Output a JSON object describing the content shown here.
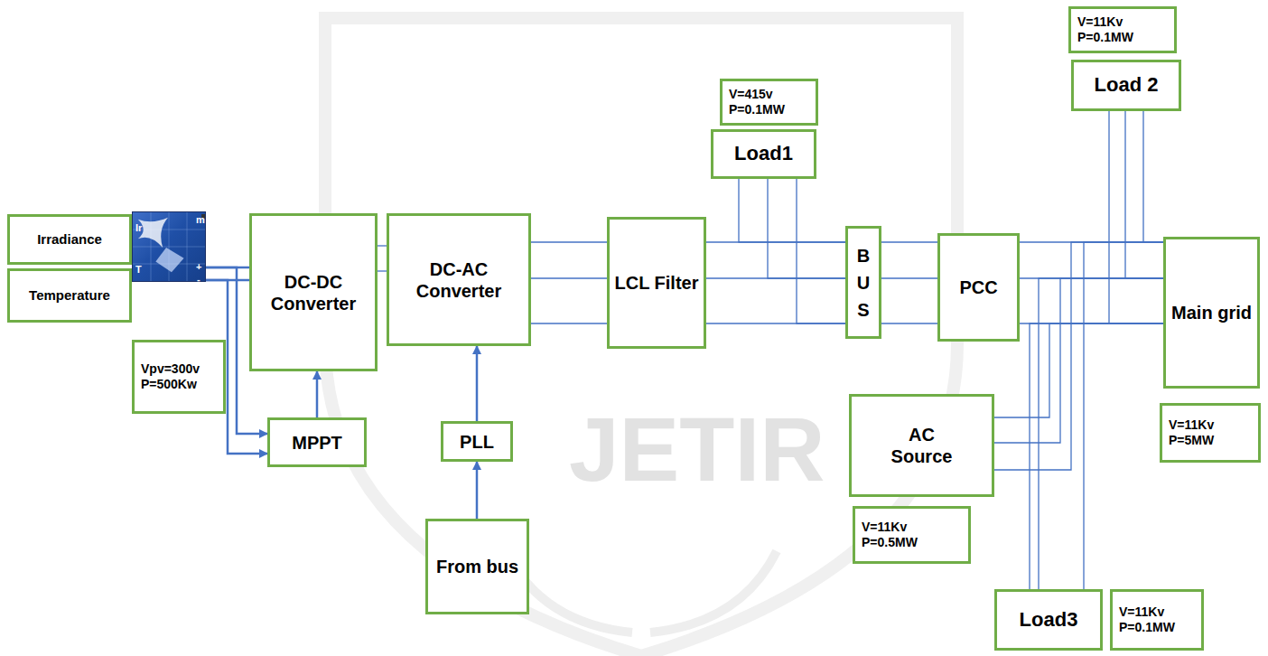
{
  "diagram": {
    "nodes": [
      {
        "text": [
          "Irradiance"
        ]
      },
      {
        "text": [
          "Temperature"
        ]
      },
      {
        "text": [
          "Ir",
          "T",
          "m",
          "+",
          "-"
        ]
      },
      {
        "text": [
          "Vpv=300v P=500Kw"
        ]
      },
      {
        "text": [
          "DC-DC Converter"
        ]
      },
      {
        "text": [
          "MPPT"
        ]
      },
      {
        "text": [
          "DC-AC Converter"
        ]
      },
      {
        "text": [
          "PLL"
        ]
      },
      {
        "text": [
          "From bus"
        ]
      },
      {
        "text": [
          "LCL Filter"
        ]
      },
      {
        "text": [
          "V=415v P=0.1MW"
        ]
      },
      {
        "text": [
          "Load1"
        ]
      },
      {
        "text": [
          "B U S"
        ]
      },
      {
        "text": [
          "PCC"
        ]
      },
      {
        "text": [
          "V=11Kv P=0.1MW"
        ]
      },
      {
        "text": [
          "Load 2"
        ]
      },
      {
        "text": [
          "Main grid"
        ]
      },
      {
        "text": [
          "V=11Kv P=5MW"
        ]
      },
      {
        "text": [
          "AC Source"
        ]
      },
      {
        "text": [
          "V=11Kv P=0.5MW"
        ]
      },
      {
        "text": [
          "Load3"
        ]
      },
      {
        "text": [
          "V=11Kv P=0.1MW"
        ]
      }
    ],
    "edges": [
      {
        "from": 2,
        "to": 4,
        "arrow": "none"
      },
      {
        "from": 2,
        "to": 4,
        "arrow": "none"
      },
      {
        "from": 2,
        "to": 5,
        "arrow": "to"
      },
      {
        "from": 2,
        "to": 5,
        "arrow": "to"
      },
      {
        "from": 5,
        "to": 4,
        "arrow": "to"
      },
      {
        "from": 4,
        "to": 6,
        "arrow": "none"
      },
      {
        "from": 4,
        "to": 6,
        "arrow": "none"
      },
      {
        "from": 8,
        "to": 7,
        "arrow": "to"
      },
      {
        "from": 7,
        "to": 6,
        "arrow": "to"
      },
      {
        "from": 6,
        "to": 9,
        "arrow": "none"
      },
      {
        "from": 6,
        "to": 9,
        "arrow": "none"
      },
      {
        "from": 6,
        "to": 9,
        "arrow": "none"
      },
      {
        "from": 9,
        "to": 12,
        "arrow": "none"
      },
      {
        "from": 9,
        "to": 12,
        "arrow": "none"
      },
      {
        "from": 9,
        "to": 12,
        "arrow": "none"
      },
      {
        "from": 11,
        "to": 12,
        "arrow": "none"
      },
      {
        "from": 11,
        "to": 12,
        "arrow": "none"
      },
      {
        "from": 11,
        "to": 12,
        "arrow": "none"
      },
      {
        "from": 12,
        "to": 13,
        "arrow": "none"
      },
      {
        "from": 12,
        "to": 13,
        "arrow": "none"
      },
      {
        "from": 12,
        "to": 13,
        "arrow": "none"
      },
      {
        "from": 13,
        "to": 16,
        "arrow": "none"
      },
      {
        "from": 13,
        "to": 16,
        "arrow": "none"
      },
      {
        "from": 13,
        "to": 16,
        "arrow": "none"
      },
      {
        "from": 15,
        "to": 16,
        "arrow": "none"
      },
      {
        "from": 15,
        "to": 16,
        "arrow": "none"
      },
      {
        "from": 15,
        "to": 16,
        "arrow": "none"
      },
      {
        "from": 18,
        "to": 16,
        "arrow": "none"
      },
      {
        "from": 18,
        "to": 16,
        "arrow": "none"
      },
      {
        "from": 18,
        "to": 16,
        "arrow": "none"
      },
      {
        "from": 20,
        "to": 16,
        "arrow": "none"
      },
      {
        "from": 20,
        "to": 16,
        "arrow": "none"
      },
      {
        "from": 20,
        "to": 16,
        "arrow": "none"
      }
    ],
    "labels": [
      "JETIR"
    ]
  }
}
